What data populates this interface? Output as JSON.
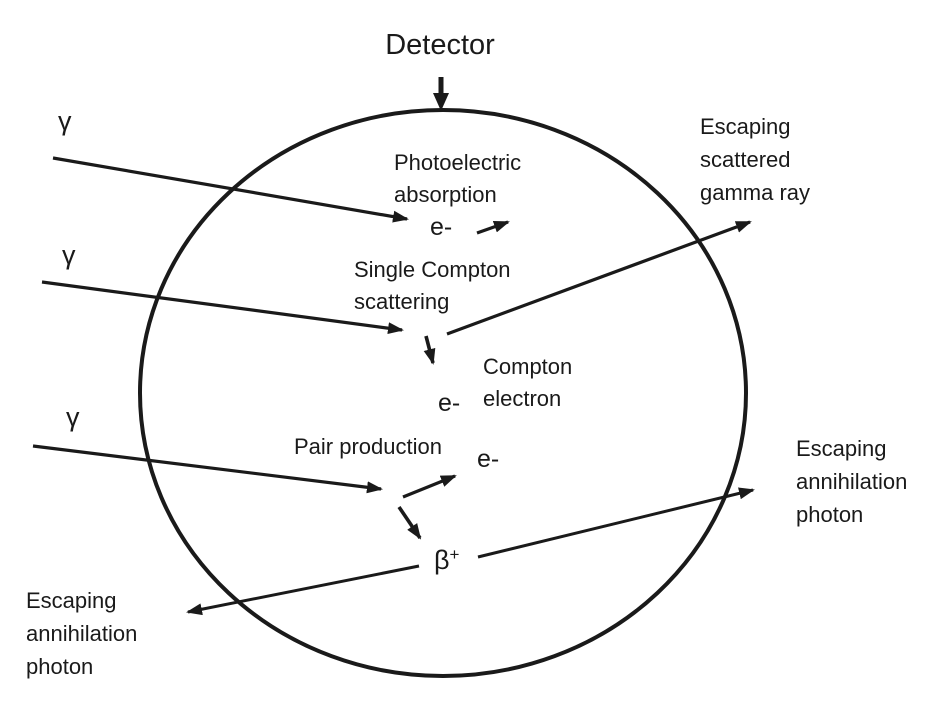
{
  "colors": {
    "ink": "#1a1a1a",
    "background": "#ffffff"
  },
  "title": "Detector",
  "gamma_rays": {
    "first": "γ",
    "second": "γ",
    "third": "γ"
  },
  "photoelectric": {
    "label_line1": "Photoelectric",
    "label_line2": "absorption",
    "electron": "e-"
  },
  "compton": {
    "label_line1": "Single Compton",
    "label_line2": "scattering",
    "electron_label_line1": "Compton",
    "electron_label_line2": "electron",
    "electron": "e-"
  },
  "pair_production": {
    "label": "Pair production",
    "electron": "e-",
    "positron_base": "β",
    "positron_sup": "+"
  },
  "escaping": {
    "scattered_gamma": {
      "line1": "Escaping",
      "line2": "scattered",
      "line3": "gamma ray"
    },
    "annihilation_right": {
      "line1": "Escaping",
      "line2": "annihilation",
      "line3": "photon"
    },
    "annihilation_left": {
      "line1": "Escaping",
      "line2": "annihilation",
      "line3": "photon"
    }
  }
}
